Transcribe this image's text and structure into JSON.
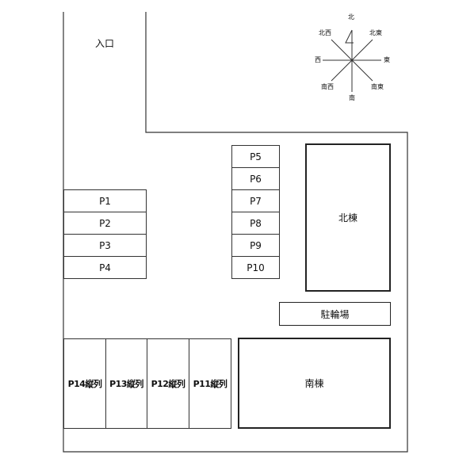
{
  "entrance": "入口",
  "compass": {
    "n": "北",
    "ne": "北東",
    "e": "東",
    "se": "南東",
    "s": "南",
    "sw": "南西",
    "w": "西",
    "nw": "北西"
  },
  "buildings": {
    "north": "北棟",
    "south": "南棟",
    "bicycle": "駐輪場"
  },
  "left_lots": [
    "P1",
    "P2",
    "P3",
    "P4"
  ],
  "middle_lots": [
    "P5",
    "P6",
    "P7",
    "P8",
    "P9",
    "P10"
  ],
  "bottom_lots": [
    "P14縦列",
    "P13縦列",
    "P12縦列",
    "P11縦列"
  ],
  "colors": {
    "line": "#333333",
    "background": "#ffffff"
  }
}
